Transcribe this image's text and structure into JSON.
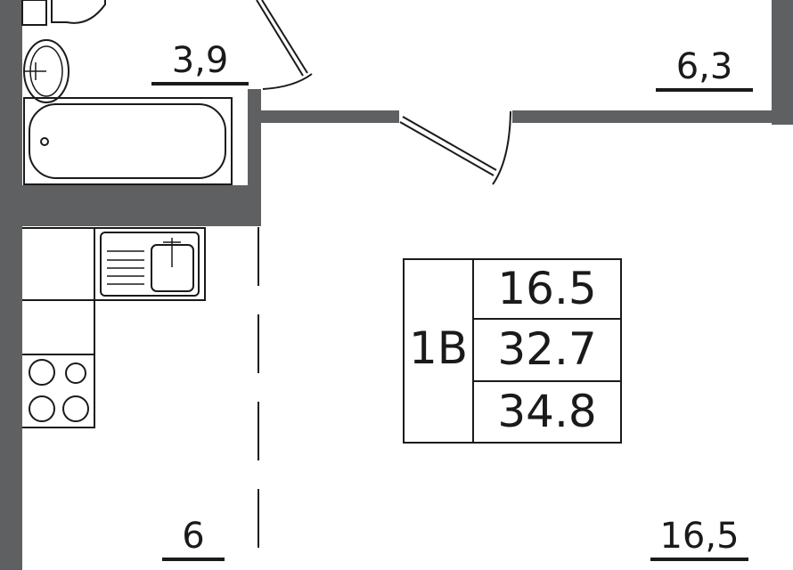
{
  "floor_plan": {
    "colors": {
      "wall": "#5f6062",
      "line": "#1a1a1a",
      "background": "#ffffff"
    },
    "rooms": [
      {
        "name": "bathroom",
        "area": "3,9"
      },
      {
        "name": "hallway",
        "area": "6,3"
      },
      {
        "name": "kitchen",
        "area": "6"
      },
      {
        "name": "living-room",
        "area": "16,5"
      }
    ],
    "summary": {
      "type": "1В",
      "living_area": "16.5",
      "total_area_no_balcony": "32.7",
      "total_area": "34.8"
    }
  }
}
